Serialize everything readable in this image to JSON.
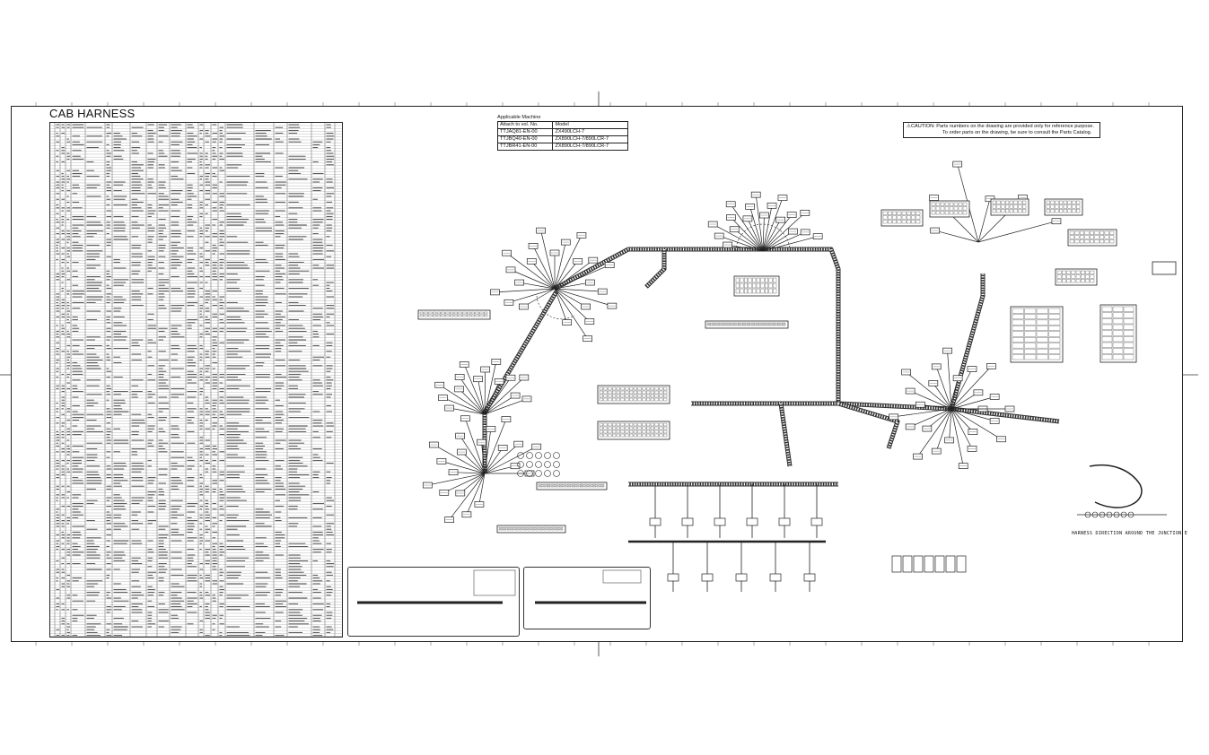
{
  "drawing": {
    "title": "CAB HARNESS"
  },
  "applicable_machine": {
    "heading": "Applicable Machine",
    "columns": [
      "Attach to vol. No.",
      "Model"
    ],
    "rows": [
      [
        "TTJAQ81-EN-00",
        "ZX490LCH-7"
      ],
      [
        "TTJBQ40-EN-00",
        "ZX890LCH-7/890LCR-7"
      ],
      [
        "TTJBR41-EN-00",
        "ZX890LCH-7/890LCR-7"
      ]
    ]
  },
  "caution": {
    "icon": "warning-triangle-icon",
    "line1": "CAUTION:  Parts numbers on the drawing are provided only for reference purpose.",
    "line2": "To order parts on the drawing, be sure to consult the Parts Catalog."
  },
  "notes": {
    "harness_direction": "HARNESS DIRECTION AROUND THE JUNCTION E"
  },
  "colors": {
    "line": "#222222",
    "harness_hatch": "#555555",
    "paper": "#ffffff"
  }
}
